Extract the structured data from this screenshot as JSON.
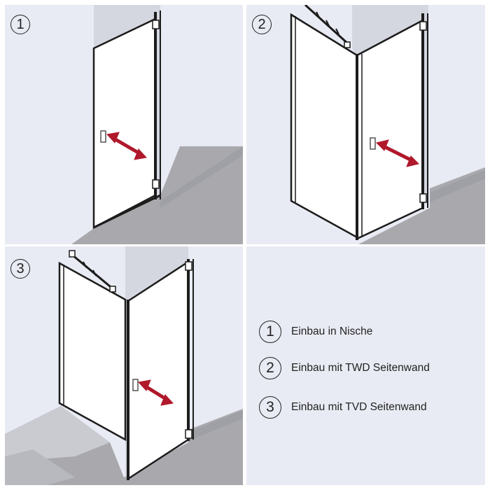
{
  "panels": {
    "p1": {
      "number": "1"
    },
    "p2": {
      "number": "2"
    },
    "p3": {
      "number": "3"
    }
  },
  "legend": [
    {
      "number": "1",
      "label": "Einbau in Nische"
    },
    {
      "number": "2",
      "label": "Einbau mit TWD Seitenwand"
    },
    {
      "number": "3",
      "label": "Einbau mit TVD Seitenwand"
    }
  ],
  "colors": {
    "background": "#e9ebf4",
    "floor": "#a9a9ad",
    "wall": "#c4c7d0",
    "frame": "#1c1c1c",
    "arrow": "#b0182b"
  }
}
